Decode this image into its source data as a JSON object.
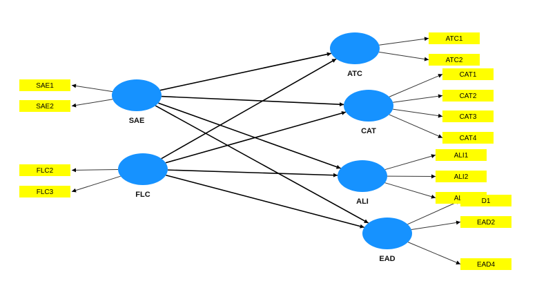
{
  "diagram": {
    "type": "structural-equation-model",
    "colors": {
      "latent_fill": "#1692FF",
      "indicator_fill": "#FFFF00",
      "path_color": "#000000",
      "loading_color": "#333333"
    },
    "latent_variables": [
      {
        "id": "SAE",
        "label": "SAE"
      },
      {
        "id": "FLC",
        "label": "FLC"
      },
      {
        "id": "ATC",
        "label": "ATC"
      },
      {
        "id": "CAT",
        "label": "CAT"
      },
      {
        "id": "ALI",
        "label": "ALI"
      },
      {
        "id": "EAD",
        "label": "EAD"
      }
    ],
    "indicators": [
      {
        "id": "SAE1",
        "label": "SAE1",
        "latent": "SAE"
      },
      {
        "id": "SAE2",
        "label": "SAE2",
        "latent": "SAE"
      },
      {
        "id": "FLC2",
        "label": "FLC2",
        "latent": "FLC"
      },
      {
        "id": "FLC3",
        "label": "FLC3",
        "latent": "FLC"
      },
      {
        "id": "ATC1",
        "label": "ATC1",
        "latent": "ATC"
      },
      {
        "id": "ATC2",
        "label": "ATC2",
        "latent": "ATC"
      },
      {
        "id": "CAT1",
        "label": "CAT1",
        "latent": "CAT"
      },
      {
        "id": "CAT2",
        "label": "CAT2",
        "latent": "CAT"
      },
      {
        "id": "CAT3",
        "label": "CAT3",
        "latent": "CAT"
      },
      {
        "id": "CAT4",
        "label": "CAT4",
        "latent": "CAT"
      },
      {
        "id": "ALI1",
        "label": "ALI1",
        "latent": "ALI"
      },
      {
        "id": "ALI2",
        "label": "ALI2",
        "latent": "ALI"
      },
      {
        "id": "ALI3",
        "label": "ALI3",
        "latent": "ALI"
      },
      {
        "id": "EAD1",
        "label": "D1",
        "latent": "EAD"
      },
      {
        "id": "EAD2",
        "label": "EAD2",
        "latent": "EAD"
      },
      {
        "id": "EAD4",
        "label": "EAD4",
        "latent": "EAD"
      }
    ],
    "structural_paths": [
      {
        "from": "SAE",
        "to": "ATC"
      },
      {
        "from": "SAE",
        "to": "CAT"
      },
      {
        "from": "SAE",
        "to": "ALI"
      },
      {
        "from": "SAE",
        "to": "EAD"
      },
      {
        "from": "FLC",
        "to": "ATC"
      },
      {
        "from": "FLC",
        "to": "CAT"
      },
      {
        "from": "FLC",
        "to": "ALI"
      },
      {
        "from": "FLC",
        "to": "EAD"
      }
    ]
  }
}
